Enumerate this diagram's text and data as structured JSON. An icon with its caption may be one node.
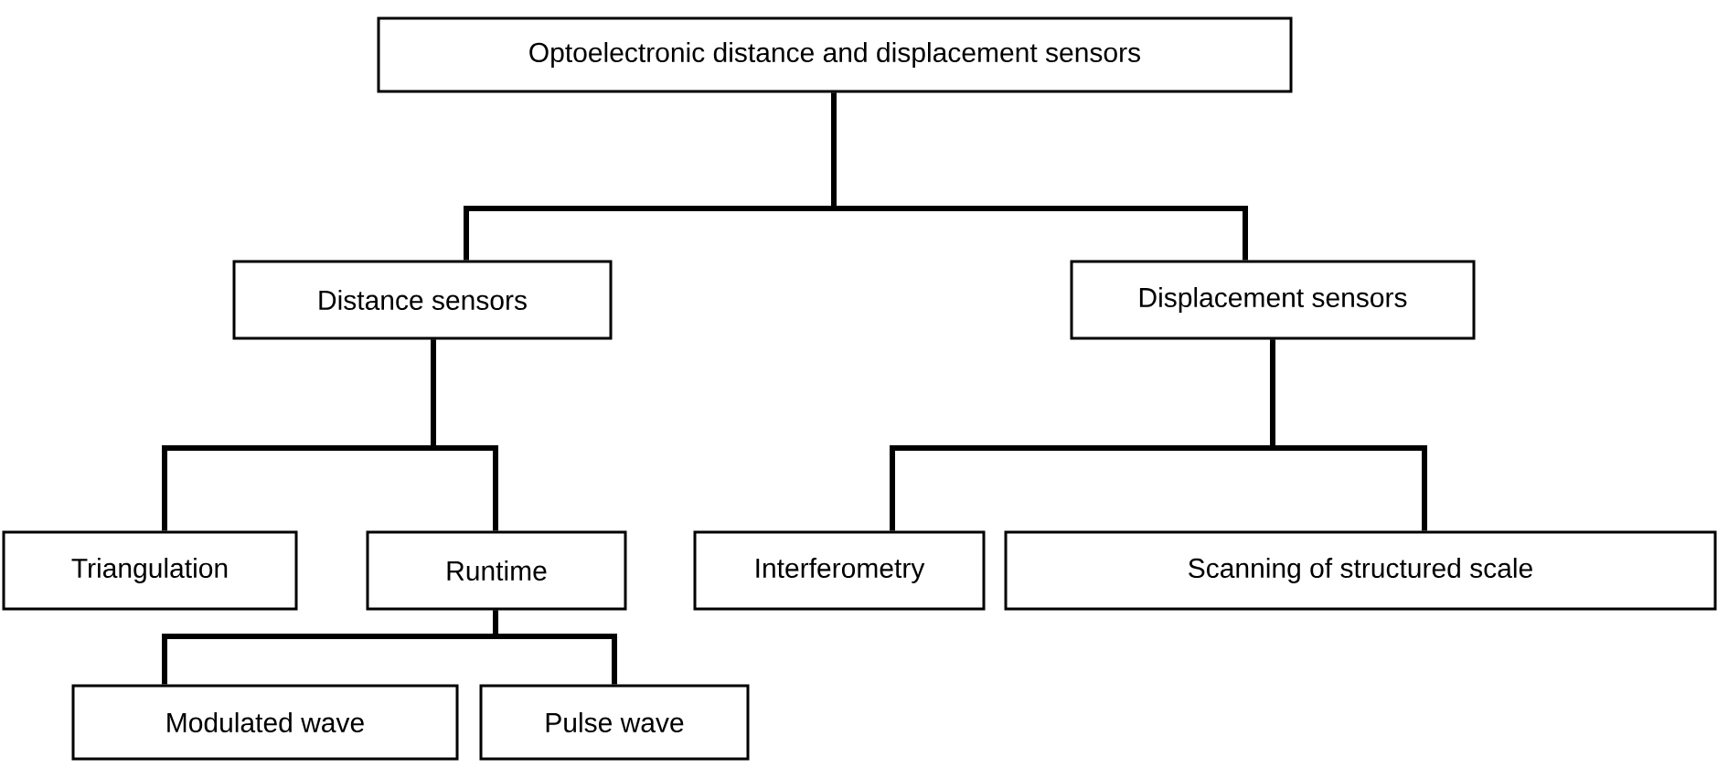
{
  "diagram": {
    "nodes": [
      {
        "text": [
          "Optoelectronic distance and displacement sensors"
        ]
      },
      {
        "text": [
          "Distance sensors"
        ]
      },
      {
        "text": [
          "Displacement sensors"
        ]
      },
      {
        "text": [
          "Triangulation"
        ]
      },
      {
        "text": [
          "Runtime"
        ]
      },
      {
        "text": [
          "Interferometry"
        ]
      },
      {
        "text": [
          "Scanning of structured scale"
        ]
      },
      {
        "text": [
          "Modulated wave"
        ]
      },
      {
        "text": [
          "Pulse wave"
        ]
      }
    ],
    "edges": [
      {
        "from": 0,
        "to": 1,
        "arrow": "none"
      },
      {
        "from": 0,
        "to": 2,
        "arrow": "none"
      },
      {
        "from": 1,
        "to": 3,
        "arrow": "none"
      },
      {
        "from": 1,
        "to": 4,
        "arrow": "none"
      },
      {
        "from": 2,
        "to": 5,
        "arrow": "none"
      },
      {
        "from": 2,
        "to": 6,
        "arrow": "none"
      },
      {
        "from": 4,
        "to": 7,
        "arrow": "none"
      },
      {
        "from": 4,
        "to": 8,
        "arrow": "none"
      }
    ]
  }
}
